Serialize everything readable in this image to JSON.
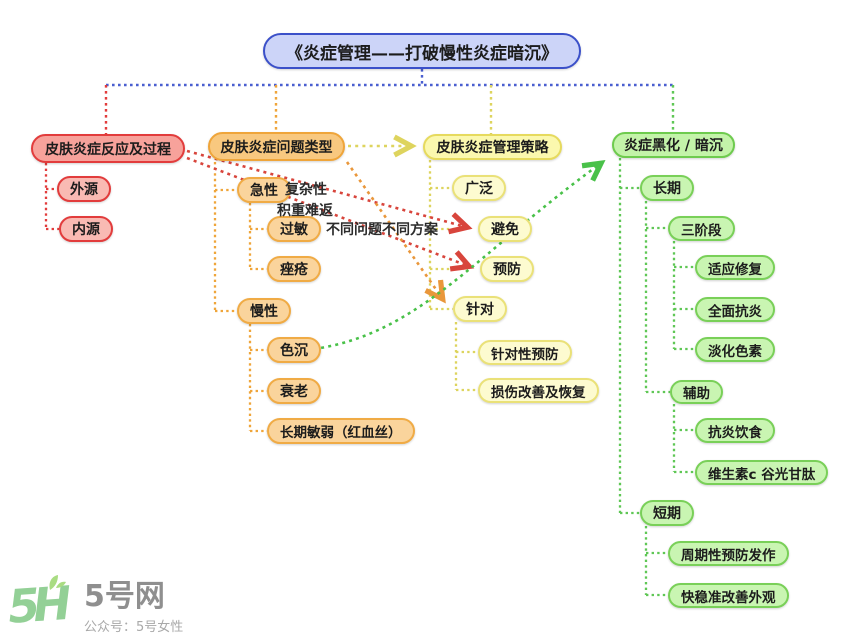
{
  "title": "《炎症管理——打破慢性炎症暗沉》",
  "branches": [
    {
      "id": "skin-inflammation-process",
      "label": "皮肤炎症反应及过程",
      "theme_fill": "#f7a29b",
      "theme_border": "#e23c3c",
      "children": [
        {
          "label": "外源"
        },
        {
          "label": "内源"
        }
      ]
    },
    {
      "id": "problem-types",
      "label": "皮肤炎症问题类型",
      "theme_fill": "#f8c87f",
      "theme_border": "#efa53a",
      "children": [
        {
          "label": "急性"
        },
        {
          "label": "过敏"
        },
        {
          "label": "痤疮"
        },
        {
          "label": "慢性"
        },
        {
          "label": "色沉"
        },
        {
          "label": "衰老"
        },
        {
          "label": "长期敏弱（红血丝）"
        }
      ]
    },
    {
      "id": "management-strategy",
      "label": "皮肤炎症管理策略",
      "theme_fill": "#fbf8ae",
      "theme_border": "#e6da5e",
      "children": [
        {
          "label": "广泛"
        },
        {
          "label": "避免"
        },
        {
          "label": "预防"
        },
        {
          "label": "针对"
        },
        {
          "label": "针对性预防"
        },
        {
          "label": "损伤改善及恢复"
        }
      ]
    },
    {
      "id": "inflammation-darkening",
      "label": "炎症黑化 / 暗沉",
      "theme_fill": "#c3f3a9",
      "theme_border": "#6ecb4e",
      "children": [
        {
          "label": "长期"
        },
        {
          "label": "三阶段"
        },
        {
          "label": "适应修复"
        },
        {
          "label": "全面抗炎"
        },
        {
          "label": "淡化色素"
        },
        {
          "label": "辅助"
        },
        {
          "label": "抗炎饮食"
        },
        {
          "label": "维生素c 谷光甘肽"
        },
        {
          "label": "短期"
        },
        {
          "label": "周期性预防发作"
        },
        {
          "label": "快稳准改善外观"
        }
      ]
    }
  ],
  "annotations": [
    {
      "label": "复杂性"
    },
    {
      "label": "积重难返"
    },
    {
      "label": "不同问题不同方案"
    }
  ],
  "connector_colors": {
    "root": "#4a5fd0",
    "red": "#e23c3c",
    "orange": "#efa53a",
    "yellow": "#ddd45e",
    "green": "#5fc755",
    "cross_red": "#d8453c",
    "cross_orange": "#e9973b",
    "cross_green": "#49c149",
    "cross_yellow": "#ded45e"
  },
  "watermark": {
    "logo": "5H",
    "site": "5号网",
    "subtitle": "公众号：5号女性"
  }
}
